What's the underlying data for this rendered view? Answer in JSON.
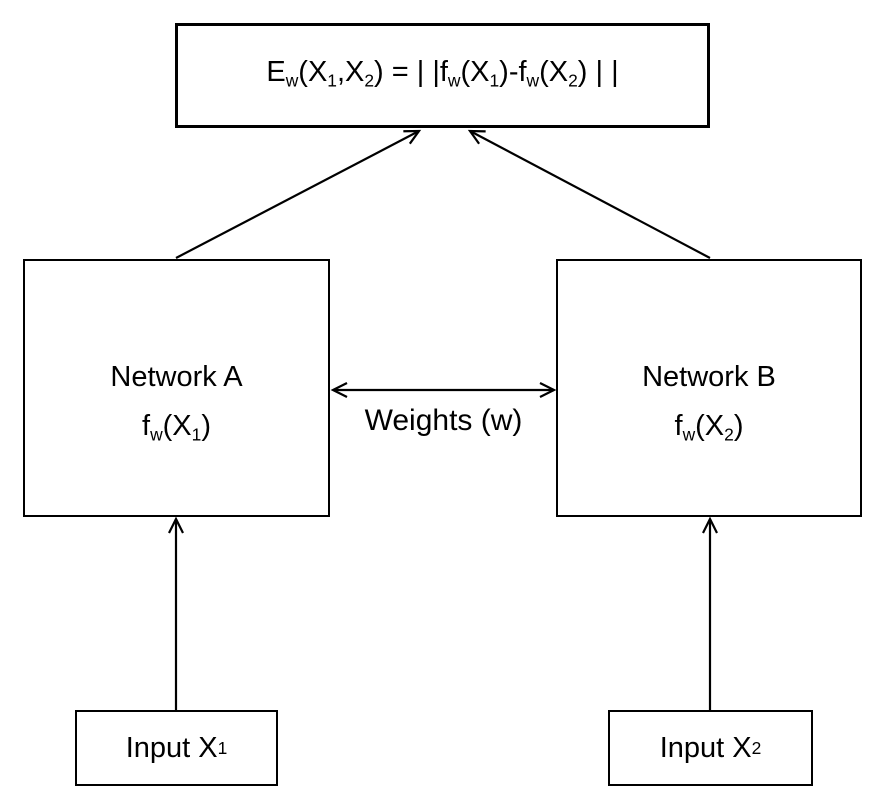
{
  "page": {
    "background_color": "#ffffff",
    "line_color": "#000000"
  },
  "diagram": {
    "energy_box": {
      "formula": {
        "p1": "E",
        "s1": "w",
        "p2": "(X",
        "s2": "1",
        "p3": ",X",
        "s3": "2",
        "p4": ") = | |f",
        "s4": "w",
        "p5": "(X",
        "s5": "1",
        "p6": ")-f",
        "s6": "w",
        "p7": "(X",
        "s7": "2",
        "p8": ") | |"
      }
    },
    "network_a": {
      "title": "Network A",
      "formula": {
        "p1": "f",
        "s1": "w",
        "p2": "(X",
        "s2": "1",
        "p3": ")"
      }
    },
    "network_b": {
      "title": "Network B",
      "formula": {
        "p1": "f",
        "s1": "w",
        "p2": "(X",
        "s2": "2",
        "p3": ")"
      }
    },
    "weights_label": "Weights (w)",
    "input_a": {
      "label": "Input X",
      "sub": "1"
    },
    "input_b": {
      "label": "Input X",
      "sub": "2"
    }
  }
}
